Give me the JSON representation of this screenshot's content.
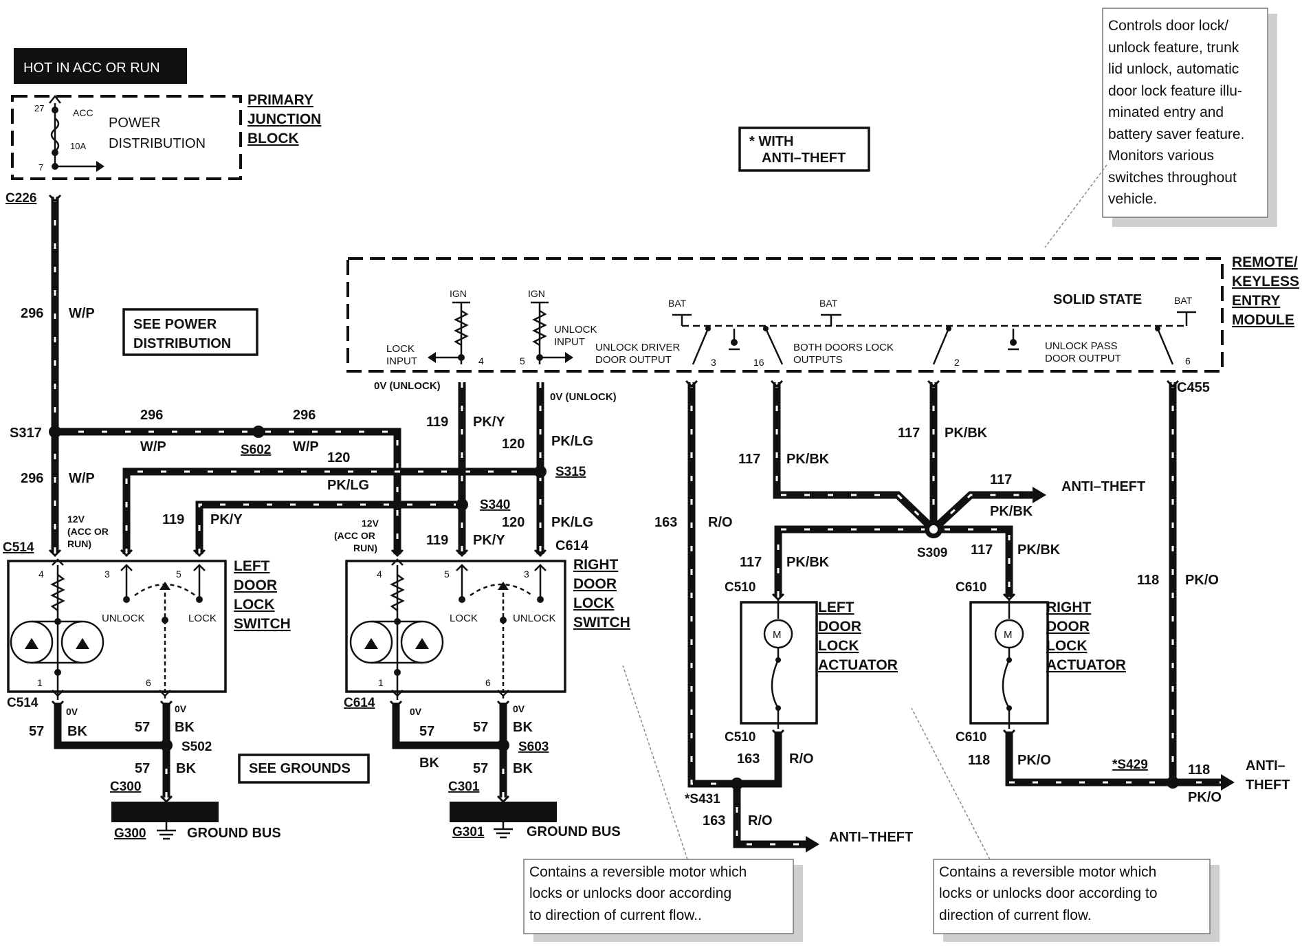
{
  "header": {
    "hot_label": "HOT IN ACC OR RUN"
  },
  "primary_junction_block": {
    "title_1": "PRIMARY",
    "title_2": "JUNCTION",
    "title_3": "BLOCK",
    "power_dist_1": "POWER",
    "power_dist_2": "DISTRIBUTION",
    "acc": "ACC",
    "fuse": "10A",
    "pin_top": "27",
    "pin_bottom": "7"
  },
  "legend": {
    "with": "* WITH",
    "anti_theft": "ANTI–THEFT"
  },
  "notes": {
    "module_note": [
      "Controls door lock/",
      "unlock feature, trunk",
      "lid unlock, automatic",
      "door lock feature illu-",
      "minated entry and",
      "battery saver feature.",
      "Monitors various",
      "switches throughout",
      "vehicle."
    ],
    "actuator_note_left": [
      "Contains a reversible motor which",
      "locks or unlocks door according",
      "to direction of current flow.."
    ],
    "actuator_note_right": [
      "Contains a reversible motor which",
      "locks or unlocks door according to",
      "direction of current flow."
    ]
  },
  "module": {
    "title_1": "REMOTE/",
    "title_2": "KEYLESS",
    "title_3": "ENTRY",
    "title_4": "MODULE",
    "solid_state": "SOLID STATE",
    "ign": "IGN",
    "bat": "BAT",
    "lock_input_1": "LOCK",
    "lock_input_2": "INPUT",
    "unlock_input_1": "UNLOCK",
    "unlock_input_2": "INPUT",
    "unlock_driver_1": "UNLOCK DRIVER",
    "unlock_driver_2": "DOOR OUTPUT",
    "both_doors_1": "BOTH DOORS LOCK",
    "both_doors_2": "OUTPUTS",
    "unlock_pass_1": "UNLOCK PASS",
    "unlock_pass_2": "DOOR OUTPUT",
    "pins": [
      "4",
      "5",
      "3",
      "16",
      "2",
      "6"
    ],
    "connector": "C455",
    "ov_unlock": "0V (UNLOCK)"
  },
  "boxes": {
    "see_power_1": "SEE POWER",
    "see_power_2": "DISTRIBUTION",
    "see_grounds": "SEE GROUNDS"
  },
  "wires": {
    "c226": "C226",
    "w296": "296",
    "wp": "W/P",
    "s317": "S317",
    "s602": "S602",
    "w120": "120",
    "pklg": "PK/LG",
    "w119": "119",
    "pky": "PK/Y",
    "s315": "S315",
    "s340": "S340",
    "c514": "C514",
    "c614": "C614",
    "acc_run_1": "12V",
    "acc_run_2": "(ACC OR",
    "acc_run_3": "RUN)",
    "w117": "117",
    "pkbk": "PK/BK",
    "w163": "163",
    "ro": "R/O",
    "w118": "118",
    "pko": "PK/O",
    "s309": "S309",
    "c510": "C510",
    "c610": "C610",
    "s431": "*S431",
    "s429": "*S429",
    "anti_theft": "ANTI–THEFT",
    "anti": "ANTI–",
    "theft": "THEFT",
    "w57": "57",
    "bk": "BK",
    "ov": "0V",
    "s502": "S502",
    "s603": "S603",
    "c300": "C300",
    "c301": "C301",
    "g300": "G300",
    "g301": "G301",
    "ground_bus": "GROUND BUS"
  },
  "switches": {
    "left_1": "LEFT",
    "right_1": "RIGHT",
    "door": "DOOR",
    "lock": "LOCK",
    "switch": "SWITCH",
    "unlock": "UNLOCK",
    "lock_pos": "LOCK",
    "pins_left": [
      "4",
      "3",
      "5",
      "1",
      "6"
    ],
    "pins_right": [
      "4",
      "5",
      "3",
      "1",
      "6"
    ]
  },
  "actuators": {
    "left_1": "LEFT",
    "right_1": "RIGHT",
    "door": "DOOR",
    "lock": "LOCK",
    "actuator": "ACTUATOR",
    "motor": "M"
  }
}
